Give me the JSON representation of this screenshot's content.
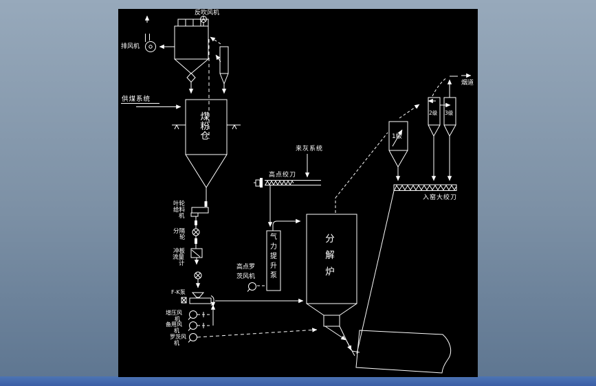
{
  "frame": {
    "bg_top": "#97a9bb",
    "bg_bottom": "#5d7590",
    "bottom_bar_color": "#3a5ea6",
    "canvas_color": "#000000",
    "line_color": "#ffffff"
  },
  "diagram": {
    "exhaust_fan_label": "排风机",
    "blowback_fan_label": "反吹风机",
    "coal_supply_label": "供煤系统",
    "coal_silo": {
      "chars": [
        "煤",
        "粉",
        "仓"
      ]
    },
    "impeller_feeder": {
      "lines": [
        "叶轮",
        "给料",
        "机"
      ]
    },
    "divider_wheel": {
      "lines": [
        "分隔",
        "轮"
      ]
    },
    "impact_flowmeter": {
      "lines": [
        "冲板",
        "流量",
        "计"
      ]
    },
    "fk_pump_label": "F-K泵",
    "booster_fan": {
      "lines": [
        "增压风",
        "机"
      ]
    },
    "standby_fan": {
      "lines": [
        "备用风",
        "机"
      ]
    },
    "roots_fan": {
      "lines": [
        "罗茨风",
        "机"
      ]
    },
    "highpoint_roots_fan": {
      "lines": [
        "高点罗",
        "茨风机"
      ]
    },
    "highpoint_screw_label": "高点绞刀",
    "ash_system_label": "来灰系统",
    "airlift_pump": {
      "chars": [
        "气",
        "力",
        "提",
        "升",
        "泵"
      ]
    },
    "calciner": {
      "chars": [
        "分",
        "解",
        "炉"
      ]
    },
    "cyclone1_label": "1级",
    "cyclone2_label": "2级",
    "cyclone3_label": "3级",
    "kiln_screw_label": "入窑大绞刀",
    "flue_label": "烟道"
  }
}
